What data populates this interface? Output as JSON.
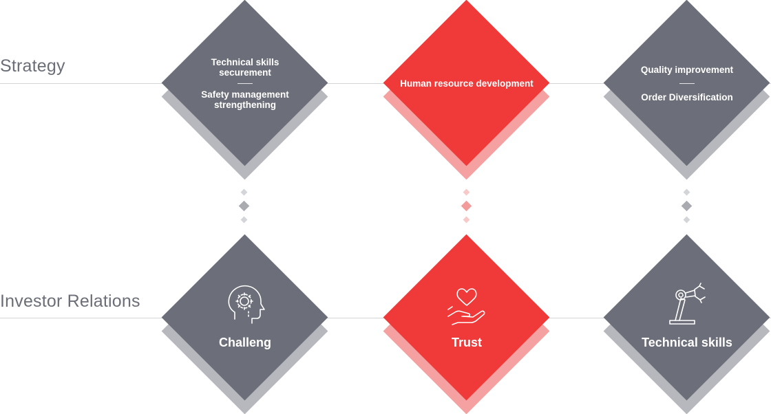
{
  "rows": {
    "strategy_label": "Strategy",
    "ir_label": "Investor Relations"
  },
  "strategy": [
    {
      "lines": [
        "Technical skills securement",
        "Safety management strengthening"
      ],
      "color": "gray"
    },
    {
      "lines": [
        "Human resource development"
      ],
      "color": "red"
    },
    {
      "lines": [
        "Quality improvement",
        "Order Diversification"
      ],
      "color": "gray"
    }
  ],
  "values": [
    {
      "label": "Challeng",
      "icon": "brain-gear-icon",
      "color": "gray"
    },
    {
      "label": "Trust",
      "icon": "heart-hand-icon",
      "color": "red"
    },
    {
      "label": "Technical skills",
      "icon": "robot-arm-icon",
      "color": "gray"
    }
  ],
  "colors": {
    "gray": "#6c6f79",
    "gray_shadow": "#b7b8bd",
    "red": "#f03a39",
    "red_shadow": "#f5a1a1",
    "line": "#d3d4d8"
  }
}
